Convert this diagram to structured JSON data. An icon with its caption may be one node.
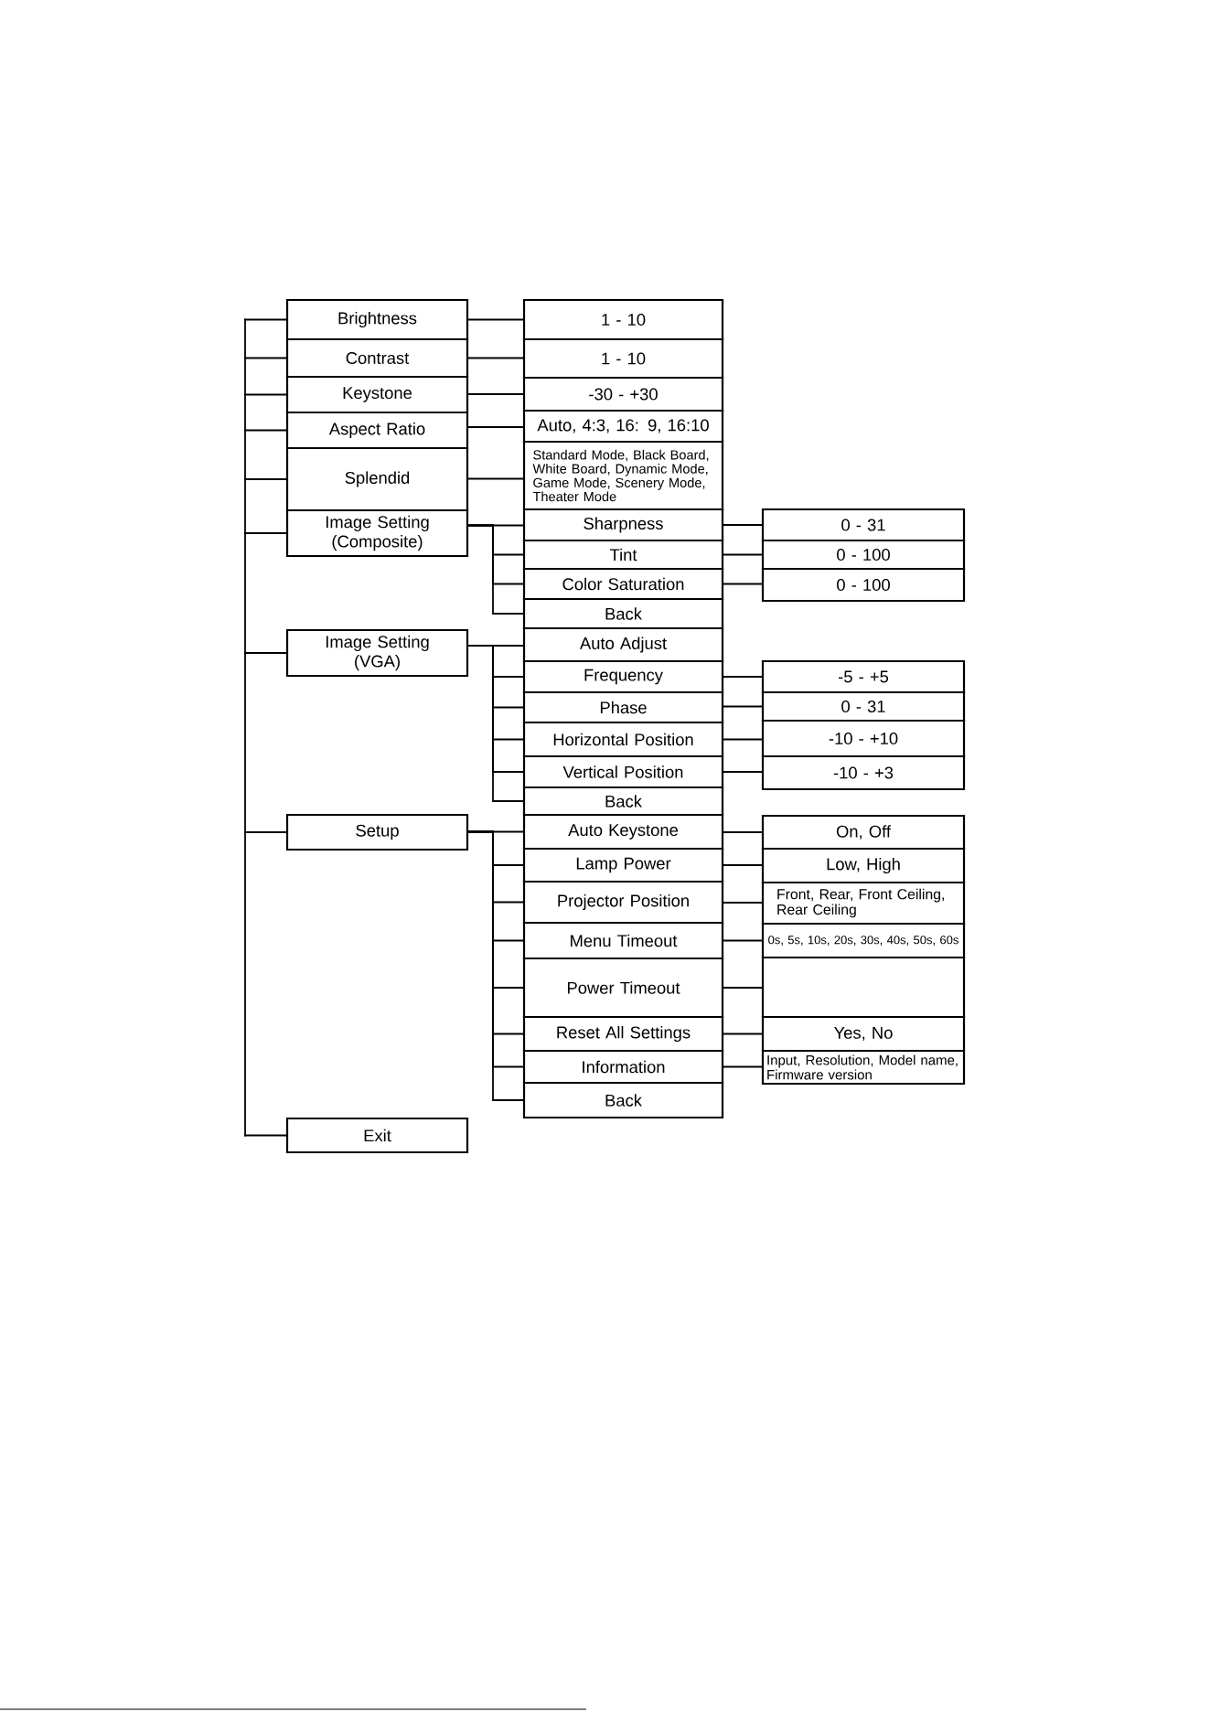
{
  "diagram": {
    "nodes": [
      {
        "text": [
          "Brightness"
        ]
      },
      {
        "text": [
          "1 - 10"
        ]
      },
      {
        "text": [
          "Contrast"
        ]
      },
      {
        "text": [
          "1 - 10"
        ]
      },
      {
        "text": [
          "Keystone"
        ]
      },
      {
        "text": [
          "-30 - +30"
        ]
      },
      {
        "text": [
          "Aspect Ratio"
        ]
      },
      {
        "text": [
          "Auto, 4:3, 16: 9, 16:10"
        ]
      },
      {
        "text": [
          "Splendid"
        ]
      },
      {
        "text": [
          "Standard Mode, Black Board, White Board, Dynamic Mode, Game Mode, Scenery Mode, Theater Mode"
        ]
      },
      {
        "text": [
          "Image Setting (Composite)"
        ]
      },
      {
        "text": [
          "Sharpness"
        ]
      },
      {
        "text": [
          "0 - 31"
        ]
      },
      {
        "text": [
          "Tint"
        ]
      },
      {
        "text": [
          "0 - 100"
        ]
      },
      {
        "text": [
          "Color Saturation"
        ]
      },
      {
        "text": [
          "0 - 100"
        ]
      },
      {
        "text": [
          "Back"
        ]
      },
      {
        "text": [
          "Image Setting (VGA)"
        ]
      },
      {
        "text": [
          "Auto Adjust"
        ]
      },
      {
        "text": [
          "Frequency"
        ]
      },
      {
        "text": [
          "-5 - +5"
        ]
      },
      {
        "text": [
          "Phase"
        ]
      },
      {
        "text": [
          "0 - 31"
        ]
      },
      {
        "text": [
          "Horizontal Position"
        ]
      },
      {
        "text": [
          "-10 - +10"
        ]
      },
      {
        "text": [
          "Vertical Position"
        ]
      },
      {
        "text": [
          "-10 - +3"
        ]
      },
      {
        "text": [
          "Back"
        ]
      },
      {
        "text": [
          "Setup"
        ]
      },
      {
        "text": [
          "Auto Keystone"
        ]
      },
      {
        "text": [
          "On, Off"
        ]
      },
      {
        "text": [
          "Lamp Power"
        ]
      },
      {
        "text": [
          "Low, High"
        ]
      },
      {
        "text": [
          "Projector Position"
        ]
      },
      {
        "text": [
          "Front, Rear, Front Ceiling, Rear Ceiling"
        ]
      },
      {
        "text": [
          "Menu Timeout"
        ]
      },
      {
        "text": [
          "0s, 5s, 10s, 20s, 30s, 40s, 50s, 60s"
        ]
      },
      {
        "text": [
          "Power Timeout"
        ]
      },
      {
        "text": [],
        "shape": "box"
      },
      {
        "text": [
          "Reset All Settings"
        ]
      },
      {
        "text": [
          "Yes, No"
        ]
      },
      {
        "text": [
          "Information"
        ]
      },
      {
        "text": [
          "Input, Resolution, Model name, Firmware version"
        ]
      },
      {
        "text": [
          "Back"
        ]
      },
      {
        "text": [
          "Exit"
        ]
      }
    ],
    "edges": [
      {
        "from": null,
        "to": 0,
        "arrow": "none"
      },
      {
        "from": null,
        "to": 2,
        "arrow": "none"
      },
      {
        "from": null,
        "to": 4,
        "arrow": "none"
      },
      {
        "from": null,
        "to": 6,
        "arrow": "none"
      },
      {
        "from": null,
        "to": 8,
        "arrow": "none"
      },
      {
        "from": null,
        "to": 10,
        "arrow": "none"
      },
      {
        "from": null,
        "to": 18,
        "arrow": "none"
      },
      {
        "from": null,
        "to": 29,
        "arrow": "none"
      },
      {
        "from": null,
        "to": 45,
        "arrow": "none"
      },
      {
        "from": 0,
        "to": 1,
        "arrow": "none"
      },
      {
        "from": 2,
        "to": 3,
        "arrow": "none"
      },
      {
        "from": 4,
        "to": 5,
        "arrow": "none"
      },
      {
        "from": 6,
        "to": 7,
        "arrow": "none"
      },
      {
        "from": 8,
        "to": 9,
        "arrow": "none"
      },
      {
        "from": 10,
        "to": 11,
        "arrow": "none"
      },
      {
        "from": 10,
        "to": 13,
        "arrow": "none"
      },
      {
        "from": 10,
        "to": 15,
        "arrow": "none"
      },
      {
        "from": 10,
        "to": 17,
        "arrow": "none"
      },
      {
        "from": 11,
        "to": 12,
        "arrow": "none"
      },
      {
        "from": 13,
        "to": 14,
        "arrow": "none"
      },
      {
        "from": 15,
        "to": 16,
        "arrow": "none"
      },
      {
        "from": 18,
        "to": 19,
        "arrow": "none"
      },
      {
        "from": 18,
        "to": 20,
        "arrow": "none"
      },
      {
        "from": 18,
        "to": 22,
        "arrow": "none"
      },
      {
        "from": 18,
        "to": 24,
        "arrow": "none"
      },
      {
        "from": 18,
        "to": 26,
        "arrow": "none"
      },
      {
        "from": 18,
        "to": 28,
        "arrow": "none"
      },
      {
        "from": 20,
        "to": 21,
        "arrow": "none"
      },
      {
        "from": 22,
        "to": 23,
        "arrow": "none"
      },
      {
        "from": 24,
        "to": 25,
        "arrow": "none"
      },
      {
        "from": 26,
        "to": 27,
        "arrow": "none"
      },
      {
        "from": 29,
        "to": 30,
        "arrow": "none"
      },
      {
        "from": 29,
        "to": 32,
        "arrow": "none"
      },
      {
        "from": 29,
        "to": 34,
        "arrow": "none"
      },
      {
        "from": 29,
        "to": 36,
        "arrow": "none"
      },
      {
        "from": 29,
        "to": 38,
        "arrow": "none"
      },
      {
        "from": 29,
        "to": 40,
        "arrow": "none"
      },
      {
        "from": 29,
        "to": 42,
        "arrow": "none"
      },
      {
        "from": 29,
        "to": 44,
        "arrow": "none"
      },
      {
        "from": 30,
        "to": 31,
        "arrow": "none"
      },
      {
        "from": 32,
        "to": 33,
        "arrow": "none"
      },
      {
        "from": 34,
        "to": 35,
        "arrow": "none"
      },
      {
        "from": 36,
        "to": 37,
        "arrow": "none"
      },
      {
        "from": 38,
        "to": 39,
        "arrow": "none"
      },
      {
        "from": 40,
        "to": 41,
        "arrow": "none"
      },
      {
        "from": 42,
        "to": 43,
        "arrow": "none"
      }
    ]
  }
}
